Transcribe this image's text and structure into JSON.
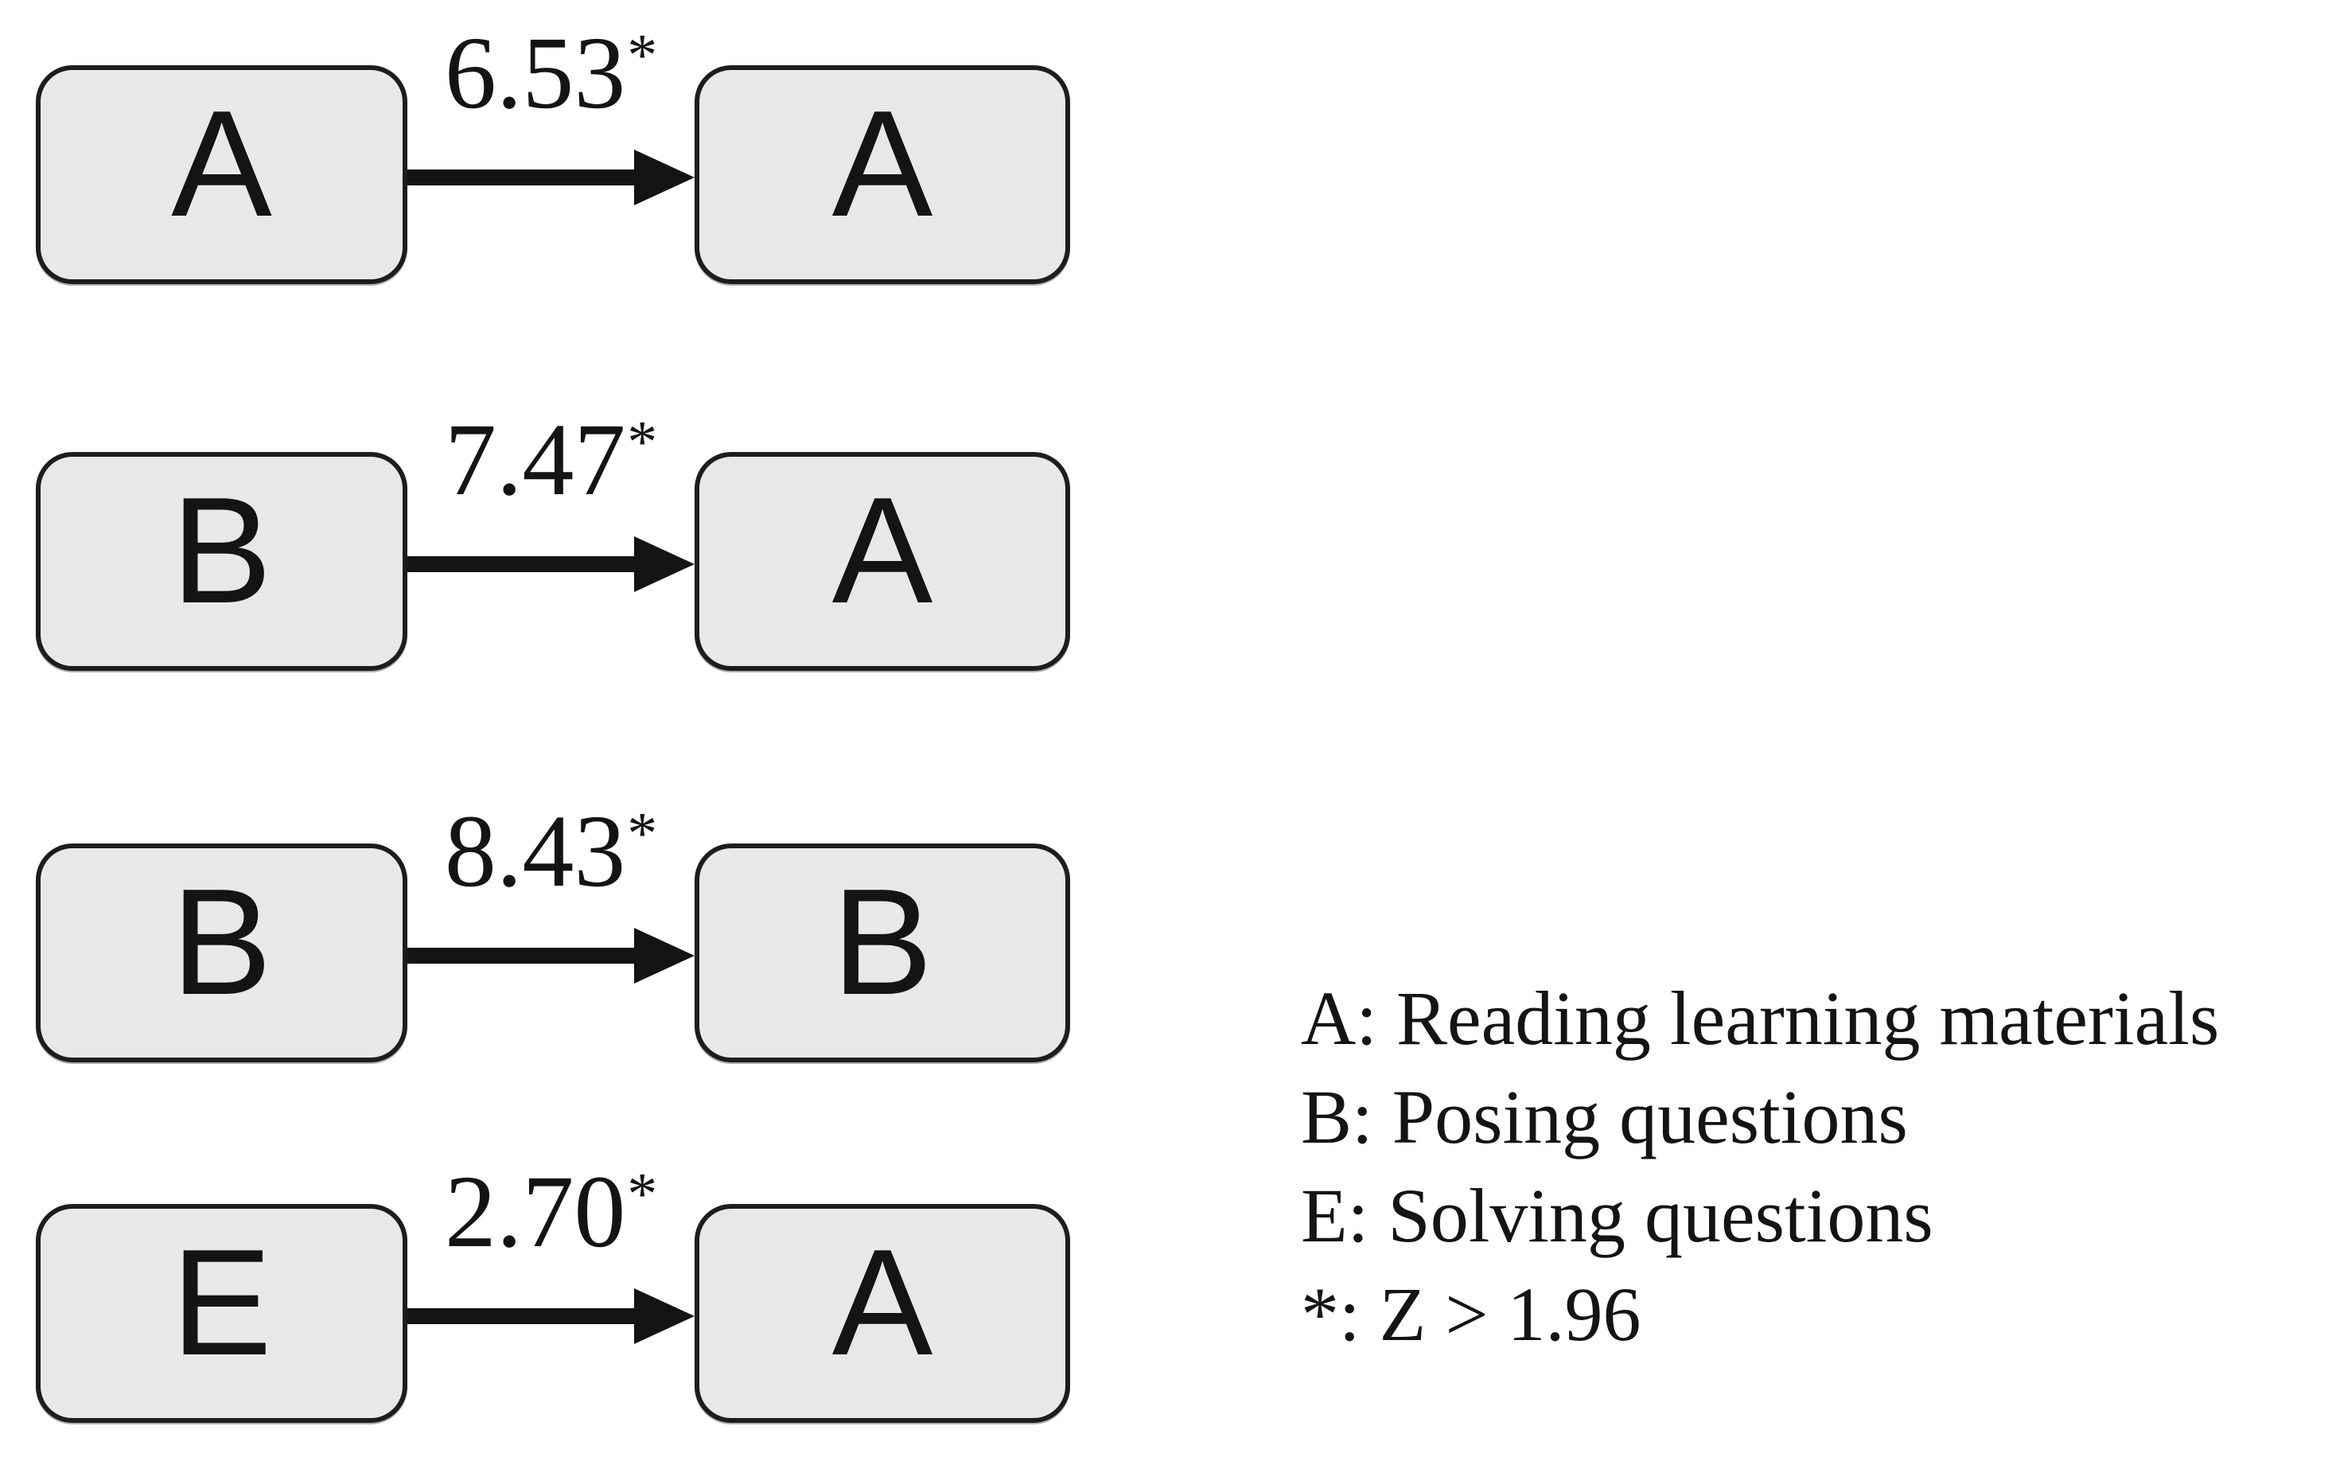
{
  "diagram": {
    "flows": [
      {
        "source": "A",
        "target": "A",
        "value": "6.53",
        "sig": "*"
      },
      {
        "source": "B",
        "target": "A",
        "value": "7.47",
        "sig": "*"
      },
      {
        "source": "B",
        "target": "B",
        "value": "8.43",
        "sig": "*"
      },
      {
        "source": "E",
        "target": "A",
        "value": "2.70",
        "sig": "*"
      }
    ],
    "legend": {
      "items": [
        "A: Reading learning materials",
        "B: Posing questions",
        "E: Solving questions",
        "*: Z > 1.96"
      ]
    },
    "colors": {
      "node_fill": "#e8e8e8",
      "node_border": "#1d1d1d",
      "ink": "#141414",
      "background": "#ffffff"
    }
  }
}
